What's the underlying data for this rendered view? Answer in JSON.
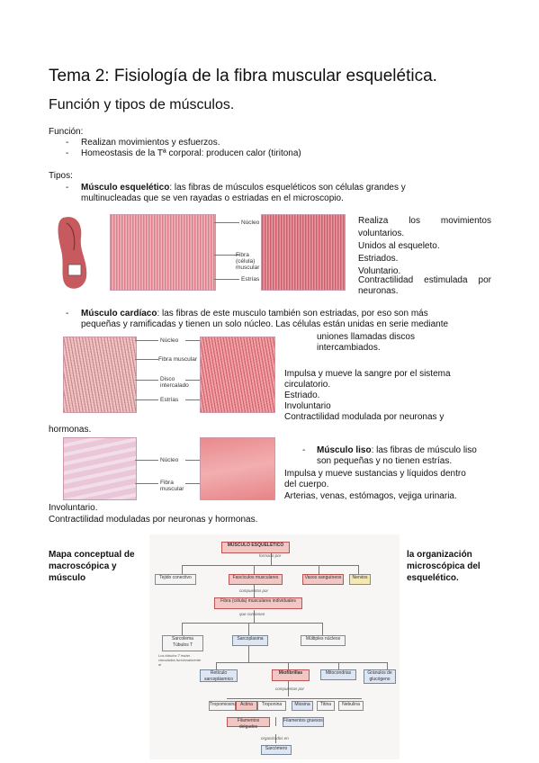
{
  "title": "Tema 2: Fisiología de la fibra muscular esquelética.",
  "subtitle": "Función y tipos de músculos.",
  "funcion": {
    "heading": "Función:",
    "items": [
      "Realizan movimientos y esfuerzos.",
      "Homeostasis de la Tª corporal: producen calor (tiritona)"
    ]
  },
  "tipos": {
    "heading": "Tipos:",
    "esqueletico": {
      "name": "Músculo esquelético",
      "desc1": ": las fibras de músculos esqueléticos son células grandes y",
      "desc2": "multinucleadas que se ven rayadas o estriadas en el microscopio.",
      "labels": [
        "Núcleo",
        "Fibra (célula) muscular",
        "Estrías"
      ],
      "props": [
        "Realiza los movimientos",
        "voluntarios.",
        "Unidos al esqueleto.",
        "Estriados.",
        "Voluntario.",
        "Contractilidad estimulada por",
        "neuronas."
      ]
    },
    "cardiaco": {
      "name": "Músculo cardíaco",
      "desc1": ": las fibras de este musculo también son estriadas, por eso son más",
      "desc2": "pequeñas y ramificadas y tienen un solo núcleo. Las células están unidas en serie mediante",
      "desc3": "uniones llamadas discos",
      "desc4": "intercambiados.",
      "labels": [
        "Núcleo",
        "Fibra muscular",
        "Disco intercalado",
        "Estrías"
      ],
      "props": [
        "Impulsa y mueve la sangre por el sistema",
        "circulatorio.",
        "Estriado.",
        "Involuntario",
        "Contractilidad modulada por neuronas y"
      ],
      "cont": "hormonas."
    },
    "liso": {
      "name": "Músculo liso",
      "desc1": ": las fibras de músculo liso",
      "desc2": "son pequeñas y no tienen estrías.",
      "labels": [
        "Núcleo",
        "Fibra muscular"
      ],
      "props": [
        "Impulsa y mueve sustancias y líquidos dentro",
        "del cuerpo.",
        "Arterias, venas, estómagos, vejiga urinaria."
      ],
      "cont": [
        "Involuntario.",
        "Contractilidad moduladas por neuronas y hormonas."
      ]
    }
  },
  "mapa": {
    "left": [
      "Mapa conceptual de",
      "macroscópica y",
      "músculo"
    ],
    "right": [
      "la organización",
      "microscópica del",
      "esquelético."
    ],
    "nodes": {
      "root": "MÚSCULO ESQUELÉTICO",
      "formado": "formado por",
      "tejido": "Tejido conectivo",
      "fasciculos": "Fascículos musculares",
      "vasos": "Vasos sanguíneos",
      "nervios": "Nervios",
      "compuestos": "compuestos por",
      "fibra": "Fibra (célula) musculares individuales",
      "contienen": "que contienen",
      "sarcolema": "Sarcolema",
      "tubulos": "Túbulos T",
      "sarcoplasma": "Sarcoplasma",
      "multiples": "Múltiples núcleos",
      "nota": "Los túbulos T están vinculados funcionalmente al",
      "reticulo": "Retículo sarcoplásmico",
      "miofibrillas": "Miofibrillas",
      "mitocondrias": "Mitocondrias",
      "glucogeno": "Gránulos de glucógeno",
      "compuestas": "compuestas por",
      "proteins": [
        "Tropomiosina",
        "Actina",
        "Troponina",
        "Miosina",
        "Titina",
        "Nebulina"
      ],
      "delgados": "Filamentos delgados",
      "gruesos": "Filamentos gruesos",
      "organizados": "organizados en",
      "sarcomero": "Sarcómero"
    }
  }
}
